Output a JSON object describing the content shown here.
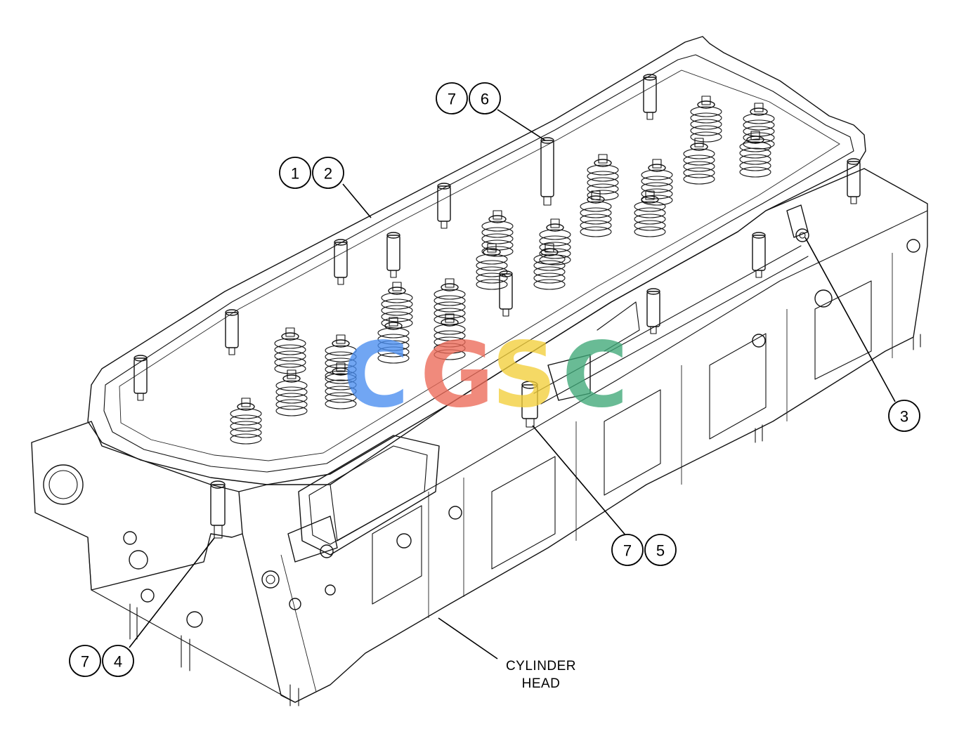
{
  "callouts": [
    {
      "id": "c12",
      "labels": [
        "1",
        "2"
      ]
    },
    {
      "id": "c76",
      "labels": [
        "7",
        "6"
      ]
    },
    {
      "id": "c3",
      "labels": [
        "3"
      ]
    },
    {
      "id": "c75",
      "labels": [
        "7",
        "5"
      ]
    },
    {
      "id": "c74",
      "labels": [
        "7",
        "4"
      ]
    }
  ],
  "part_label": {
    "line1": "CYLINDER",
    "line2": "HEAD"
  },
  "watermark": {
    "letters": [
      "C",
      "G",
      "S",
      "C"
    ],
    "colors": [
      "#4a8ef0",
      "#ec6a58",
      "#f3cf3a",
      "#3fa878"
    ]
  }
}
